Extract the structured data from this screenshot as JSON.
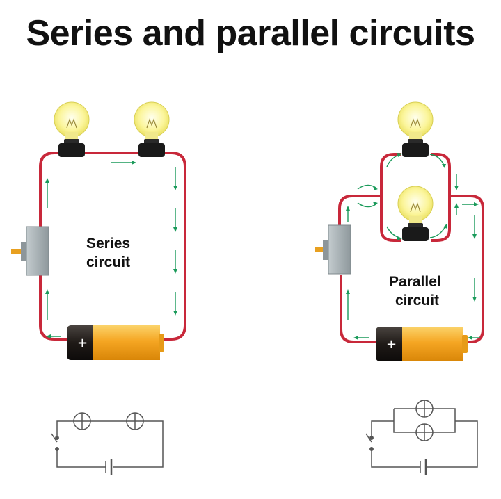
{
  "title": "Series and parallel circuits",
  "series": {
    "label_line1": "Series",
    "label_line2": "circuit"
  },
  "parallel": {
    "label_line1": "Parallel",
    "label_line2": "circuit"
  },
  "battery_symbol": "+",
  "colors": {
    "wire": "#c8283a",
    "arrow": "#1a9a5a",
    "battery_body": "#f4b02a",
    "battery_cap": "#1f1a17",
    "bulb_glass": "#fbf59a",
    "bulb_base": "#1a1a1a",
    "switch": "#a9b2b6",
    "switch_pin": "#e8a020",
    "schematic": "#555555"
  }
}
